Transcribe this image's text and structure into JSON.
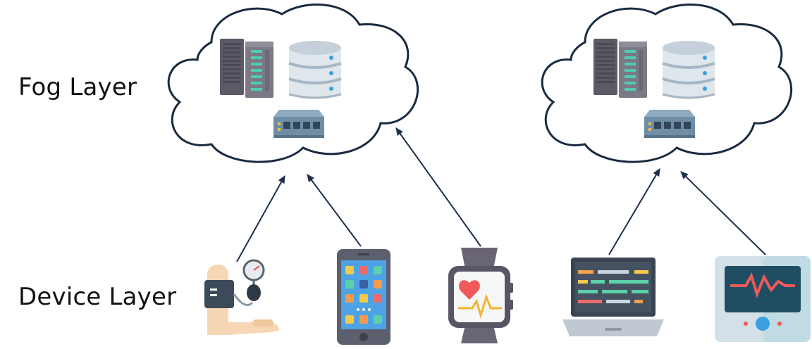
{
  "labels": {
    "fog_layer": "Fog Layer",
    "device_layer": "Device Layer"
  },
  "fog_nodes": [
    {
      "name": "fog-node-left",
      "contains": [
        "server-rack-icon",
        "database-icon",
        "network-switch-icon"
      ]
    },
    {
      "name": "fog-node-right",
      "contains": [
        "server-rack-icon",
        "database-icon",
        "network-switch-icon"
      ]
    }
  ],
  "devices": [
    {
      "icon": "blood-pressure-monitor-icon",
      "connects_to": "fog-node-left"
    },
    {
      "icon": "smartphone-icon",
      "connects_to": "fog-node-left"
    },
    {
      "icon": "smartwatch-icon",
      "connects_to": "fog-node-left"
    },
    {
      "icon": "laptop-icon",
      "connects_to": "fog-node-right"
    },
    {
      "icon": "ecg-monitor-icon",
      "connects_to": "fog-node-right"
    }
  ],
  "colors": {
    "outline": "#1a2b40",
    "arrow": "#1d2f4d",
    "server_dark": "#5b5a66",
    "server_led": "#4ecdb0",
    "db_body": "#dfe6ec",
    "db_accent": "#a6b6c4",
    "switch_body": "#6f8ea6",
    "heart": "#f05a5a"
  }
}
